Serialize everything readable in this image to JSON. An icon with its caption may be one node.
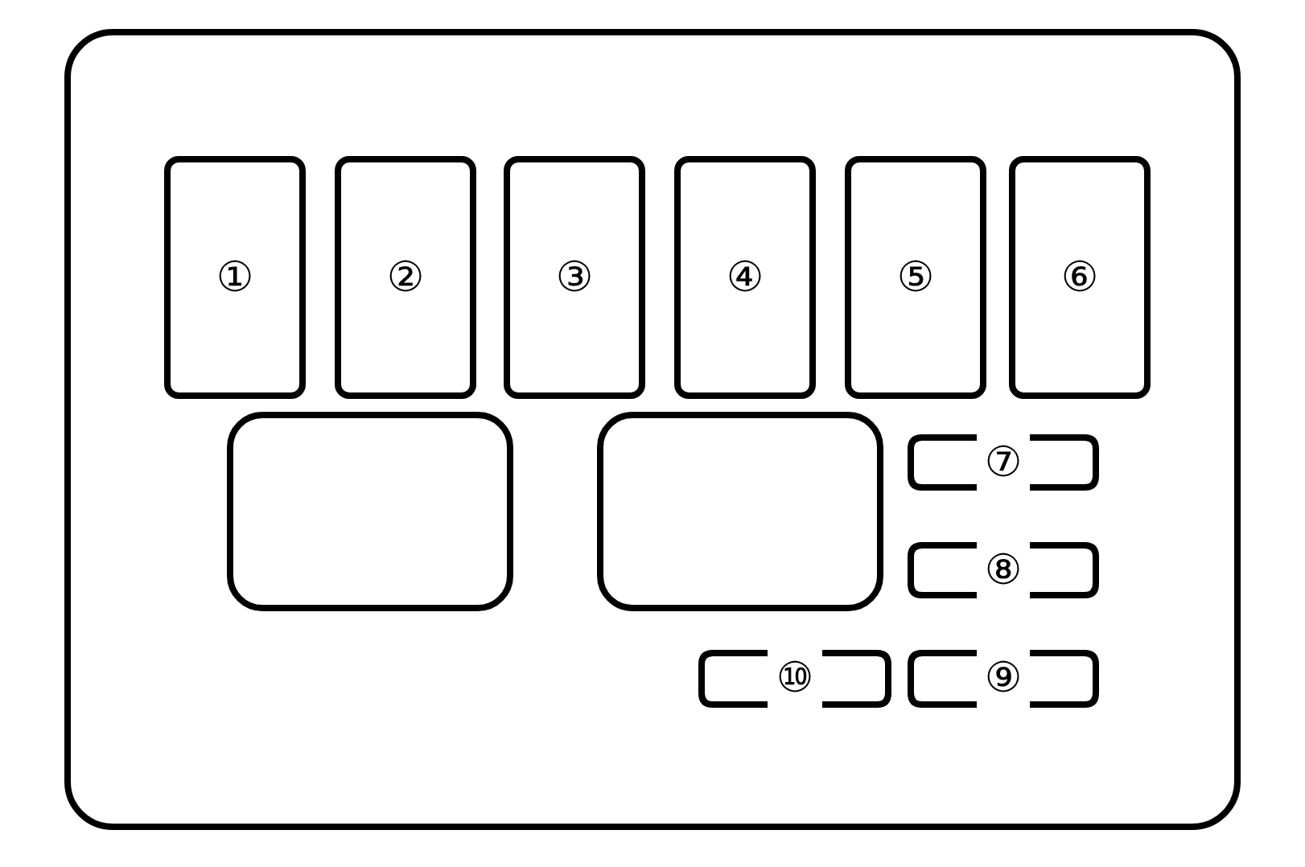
{
  "diagram": {
    "nodes": [
      {
        "text": [],
        "shape": "box"
      },
      {
        "text": [
          "①"
        ],
        "in": 0
      },
      {
        "text": [
          "②"
        ],
        "in": 0
      },
      {
        "text": [
          "③"
        ],
        "in": 0
      },
      {
        "text": [
          "④"
        ],
        "in": 0
      },
      {
        "text": [
          "⑤"
        ],
        "in": 0
      },
      {
        "text": [
          "⑥"
        ],
        "in": 0
      },
      {
        "text": [],
        "shape": "box",
        "in": 0
      },
      {
        "text": [],
        "shape": "box",
        "in": 0
      },
      {
        "text": [
          "⑦"
        ],
        "in": 0
      },
      {
        "text": [
          "⑧"
        ],
        "in": 0
      },
      {
        "text": [
          "⑩"
        ],
        "in": 0
      },
      {
        "text": [
          "⑨"
        ],
        "in": 0
      }
    ]
  }
}
